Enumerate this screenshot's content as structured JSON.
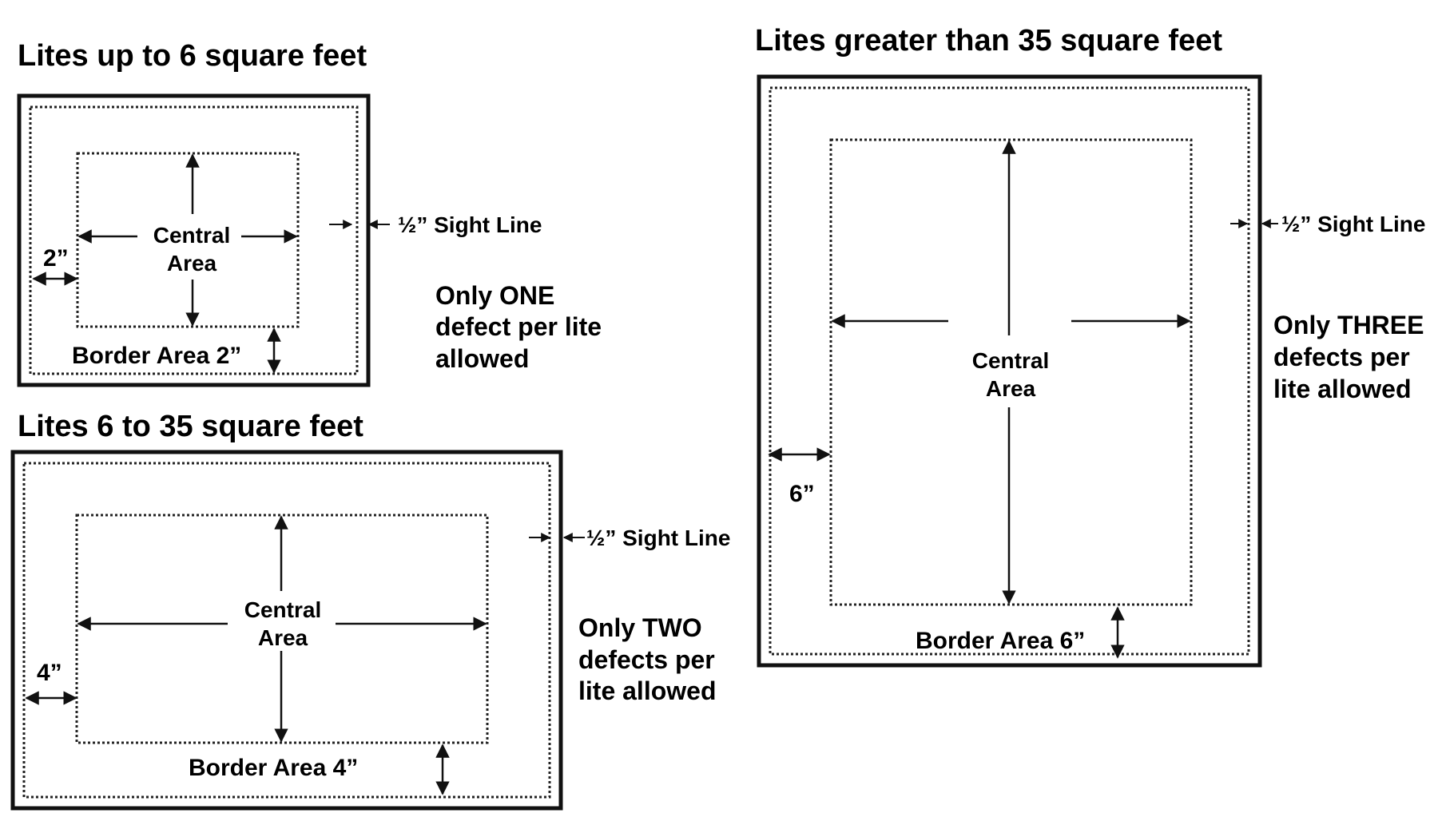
{
  "panels": {
    "small": {
      "title": "Lites up to 6 square feet",
      "central_line1": "Central",
      "central_line2": "Area",
      "border_label": "Border Area 2”",
      "dimension": "2”",
      "sight_line": "½” Sight Line",
      "note_line1": "Only ONE",
      "note_line2": "defect per lite",
      "note_line3": "allowed"
    },
    "medium": {
      "title": "Lites 6 to 35 square feet",
      "central_line1": "Central",
      "central_line2": "Area",
      "border_label": "Border Area 4”",
      "dimension": "4”",
      "sight_line": "½” Sight Line",
      "note_line1": "Only TWO",
      "note_line2": "defects per",
      "note_line3": "lite allowed"
    },
    "large": {
      "title": "Lites greater than 35 square feet",
      "central_line1": "Central",
      "central_line2": "Area",
      "border_label": "Border Area 6”",
      "dimension": "6”",
      "sight_line": "½” Sight Line",
      "note_line1": "Only THREE",
      "note_line2": "defects per",
      "note_line3": "lite allowed"
    }
  }
}
